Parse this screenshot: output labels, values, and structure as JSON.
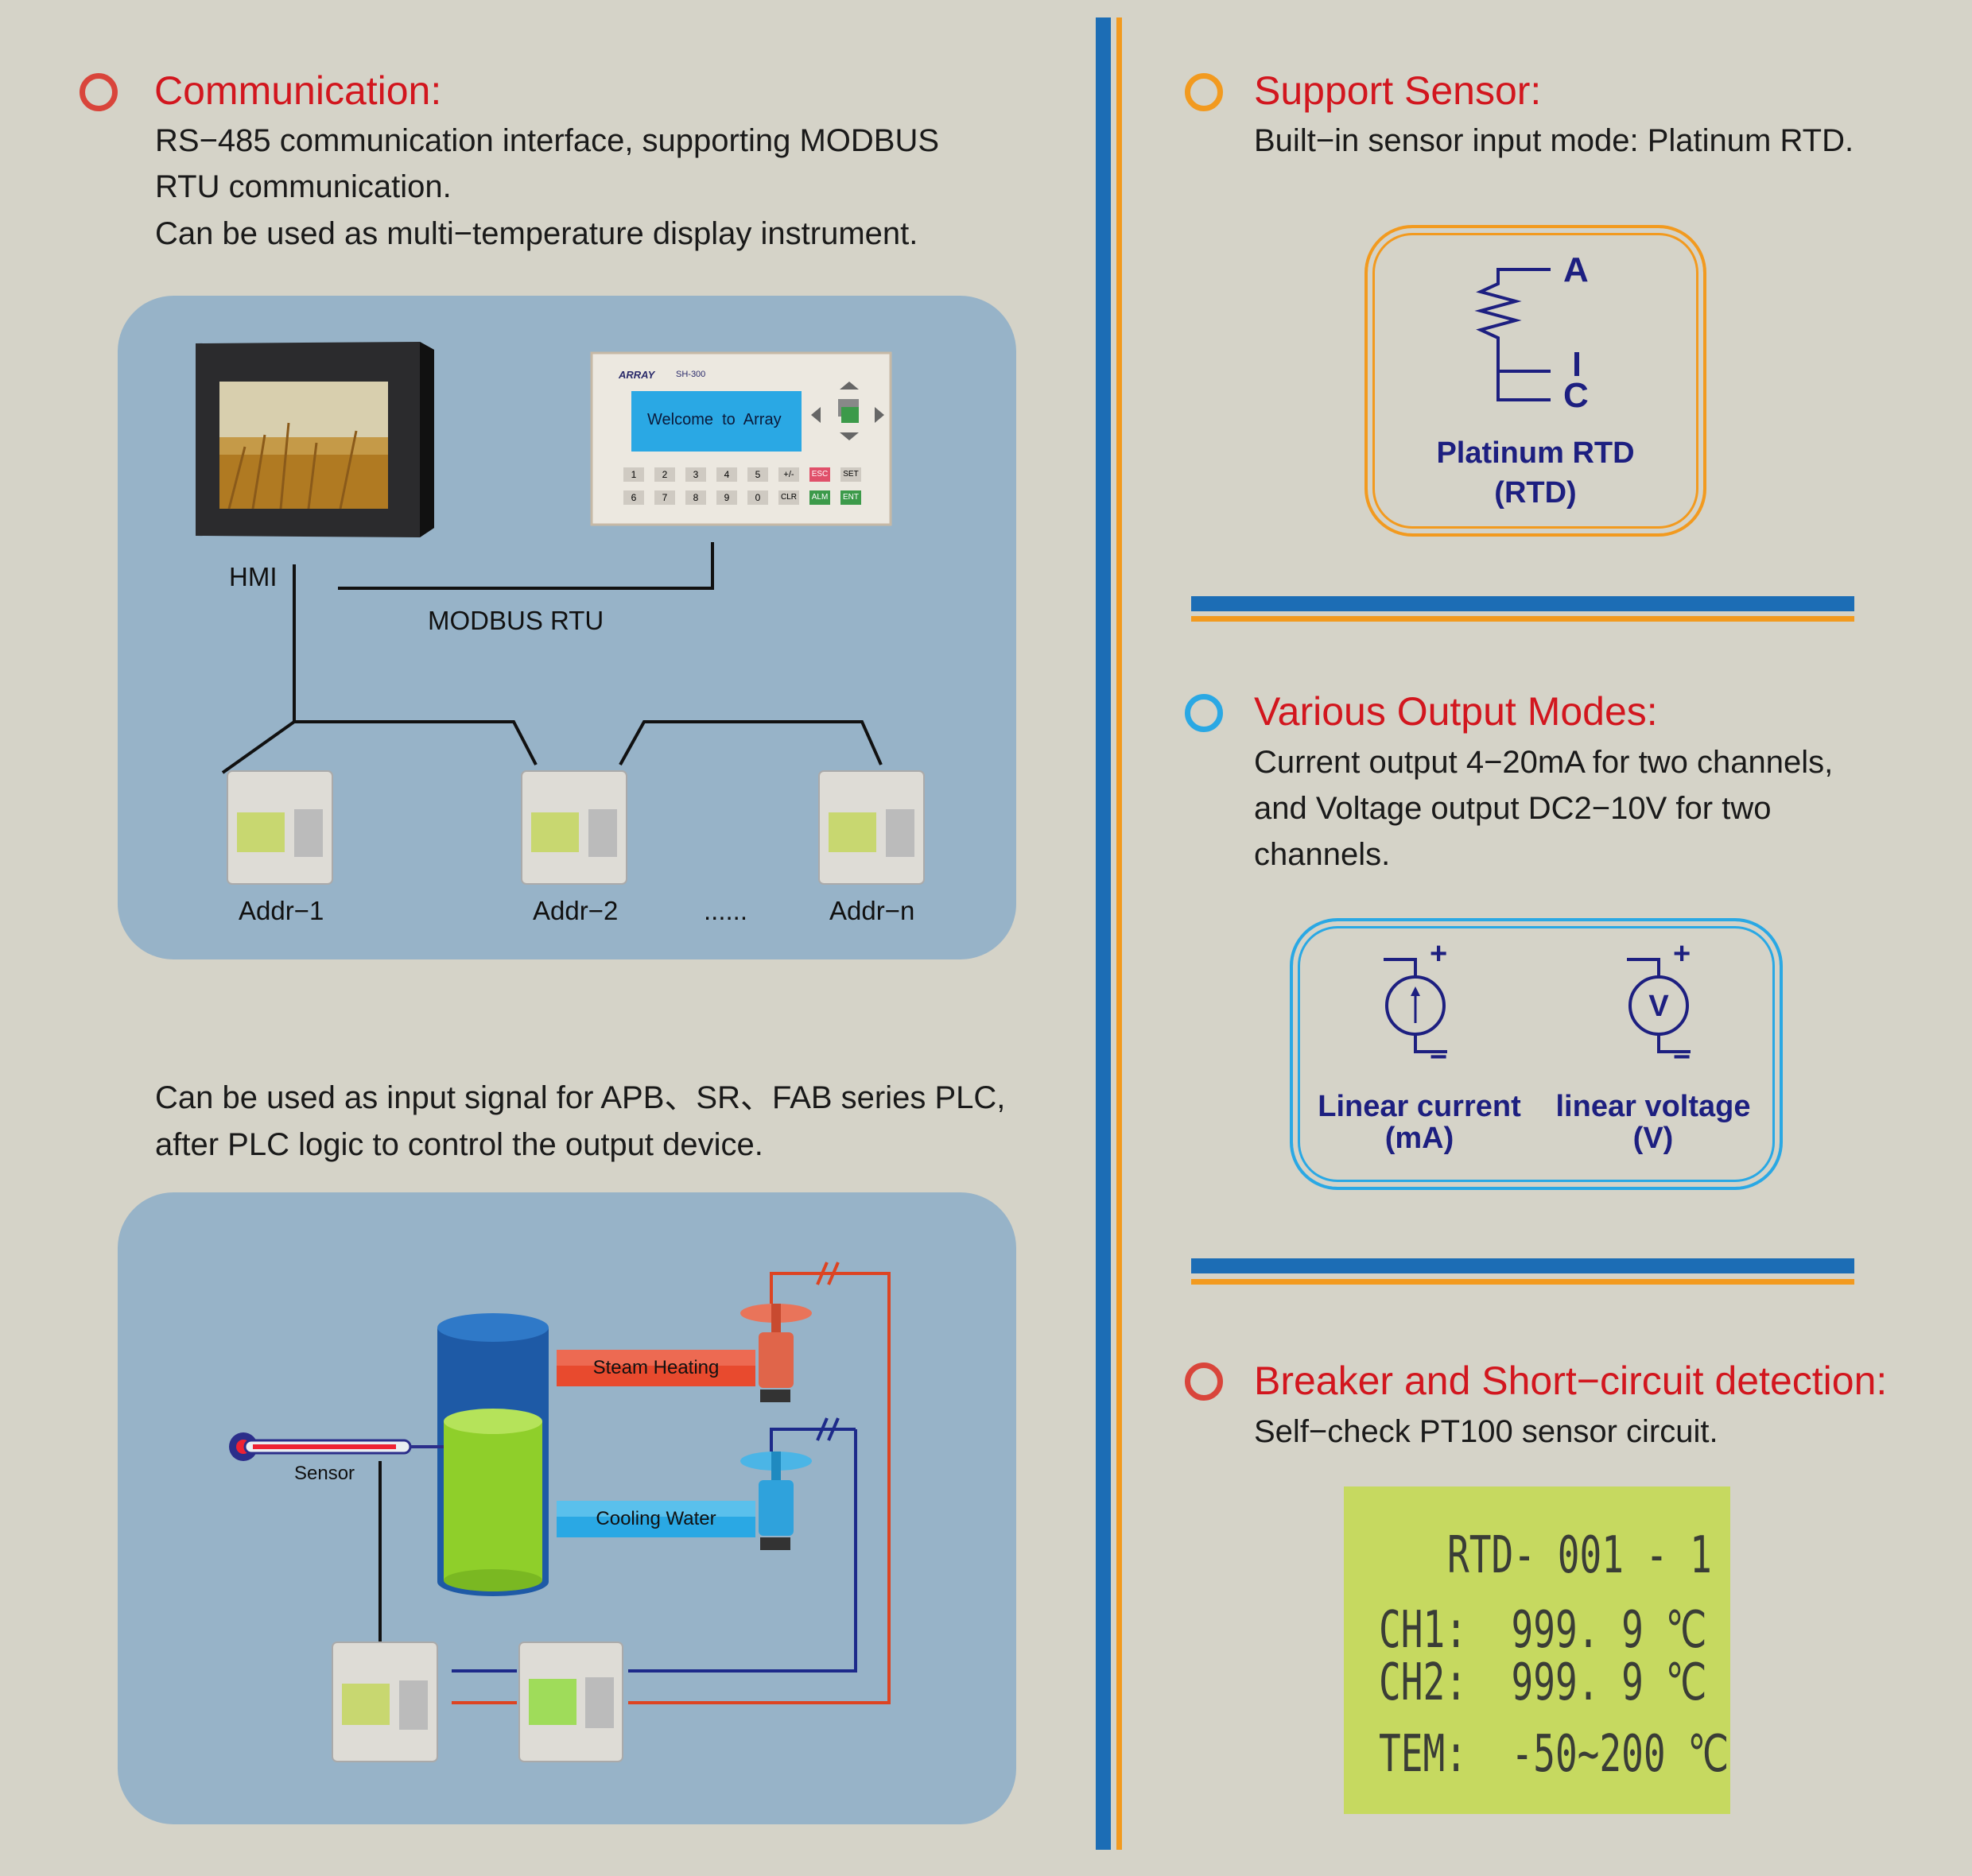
{
  "communication": {
    "title": "Communication:",
    "lines": [
      "RS−485 communication interface, supporting MODBUS",
      "RTU communication.",
      "Can be used as multi−temperature display instrument."
    ],
    "diagram": {
      "hmi_label": "HMI",
      "bus_label": "MODBUS RTU",
      "terminal": {
        "brand": "ARRAY",
        "model": "SH-300",
        "screen_text": "Welcome  to  Array",
        "keys_row1": [
          "1",
          "2",
          "3",
          "4",
          "5",
          "+/-",
          "ESC",
          "SET"
        ],
        "keys_row2": [
          "6",
          "7",
          "8",
          "9",
          "0",
          "CLR",
          "ALM",
          "ENT"
        ]
      },
      "addresses": [
        "Addr−1",
        "Addr−2",
        "Addr−n"
      ],
      "ellipsis": "......"
    }
  },
  "plc": {
    "lines": [
      "Can be used as input signal for APB、SR、FAB series PLC,",
      "after PLC logic to control the output device."
    ],
    "diagram": {
      "steam_label": "Steam Heating",
      "cooling_label": "Cooling Water",
      "sensor_label": "Sensor"
    }
  },
  "support_sensor": {
    "title": "Support Sensor:",
    "lines": [
      "Built−in sensor input mode: Platinum RTD."
    ],
    "terminal_a": "A",
    "terminal_c": "C",
    "symbol_label_1": "Platinum RTD",
    "symbol_label_2": "(RTD)"
  },
  "output_modes": {
    "title": "Various Output Modes:",
    "lines": [
      "Current output 4−20mA for two channels,",
      "and Voltage output DC2−10V for two",
      "channels."
    ],
    "current_label_1": "Linear current",
    "current_label_2": "(mA)",
    "voltage_label_1": "linear voltage",
    "voltage_label_2": "(V)",
    "plus": "+",
    "minus": "−",
    "v_symbol": "V"
  },
  "breaker": {
    "title": "Breaker and Short−circuit detection:",
    "lines": [
      "Self−check PT100 sensor circuit."
    ],
    "lcd": {
      "line1": "RTD- 001 - 1",
      "line2": "CH1:  999. 9 ℃",
      "line3": "CH2:  999. 9 ℃",
      "line4": "TEM:  -50~200 ℃"
    }
  },
  "colors": {
    "heading": "#d2161e",
    "blue_rule": "#1c6db5",
    "orange_rule": "#f29a1f",
    "panel": "#97b3c8",
    "symbol_text": "#1d1f80",
    "lcd_bg": "#c6d960"
  }
}
